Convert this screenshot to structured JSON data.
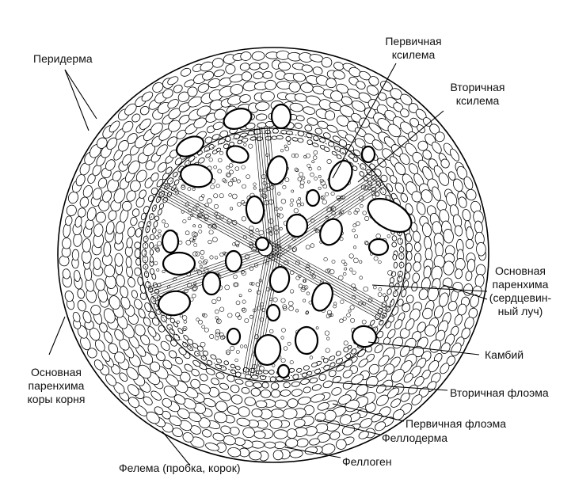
{
  "labels": {
    "periderma": "Перидерма",
    "primary_xylem": [
      "Первичная",
      "ксилема"
    ],
    "secondary_xylem": [
      "Вторичная",
      "ксилема"
    ],
    "ground_parenchyma_ray": [
      "Основная",
      "паренхима",
      "(сердцевин-",
      "ный луч)"
    ],
    "cambium": "Камбий",
    "secondary_phloem": "Вторичная флоэма",
    "primary_phloem": "Первичная флоэма",
    "phelloderm": "Феллодерма",
    "phellogen": "Феллоген",
    "phellem": "Фелема (пробка, корок)",
    "cortex_parenchyma": [
      "Основная",
      "паренхима",
      "коры корня"
    ]
  },
  "colors": {
    "ink": "#000000",
    "paper": "#ffffff"
  }
}
